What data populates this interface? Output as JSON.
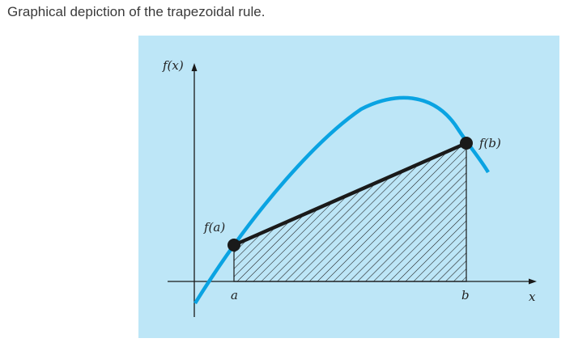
{
  "caption": "Graphical depiction of the trapezoidal rule.",
  "diagram": {
    "y_axis_label": "f(x)",
    "x_axis_label": "x",
    "point_a_label": "a",
    "point_b_label": "b",
    "fa_label": "f(a)",
    "fb_label": "f(b)",
    "colors": {
      "background": "#bde6f7",
      "curve": "#0aa3e2",
      "secant": "#1a1a1a",
      "hatch": "#1a1a1a",
      "axes": "#1a1a1a"
    }
  }
}
